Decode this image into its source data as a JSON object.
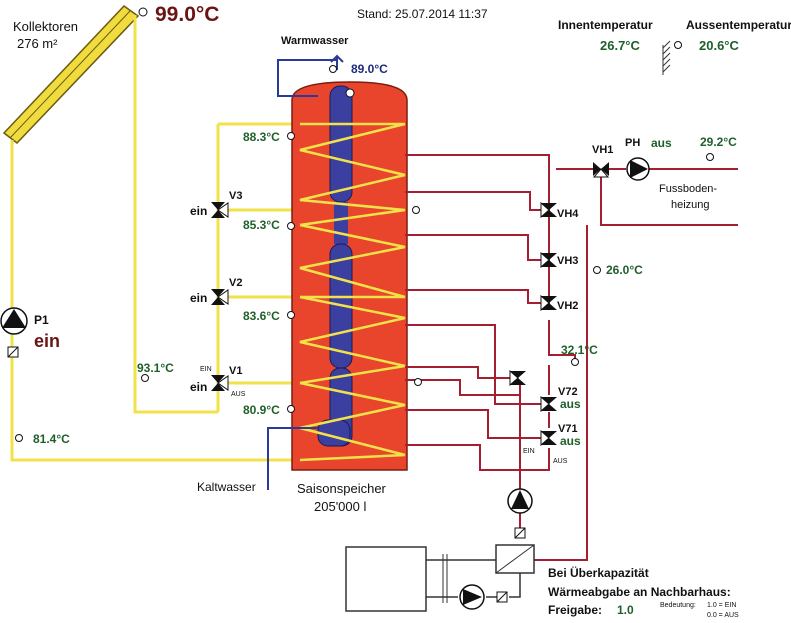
{
  "header": {
    "collectors_label": "Kollektoren",
    "collectors_area": "276 m²",
    "collector_temp": "99.0°C",
    "timestamp": "Stand: 25.07.2014 11:37",
    "indoor_label": "Innentemperatur",
    "indoor_temp": "26.7°C",
    "outdoor_label": "Aussentemperatur",
    "outdoor_temp": "20.6°C"
  },
  "storage": {
    "hot_water_label": "Warmwasser",
    "hot_water_temp": "89.0°C",
    "cold_water_label": "Kaltwasser",
    "name": "Saisonspeicher",
    "volume": "205'000  l",
    "temps": [
      "88.3°C",
      "85.3°C",
      "83.6°C",
      "80.9°C"
    ]
  },
  "pump_p1": {
    "name": "P1",
    "state": "ein"
  },
  "collector_loop": {
    "supply_temp": "93.1°C",
    "return_temp": "81.4°C"
  },
  "valves": {
    "v3": {
      "name": "V3",
      "state": "ein"
    },
    "v2": {
      "name": "V2",
      "state": "ein"
    },
    "v1": {
      "name": "V1",
      "state": "ein",
      "ein_mark": "EIN",
      "aus_mark": "AUS"
    },
    "vh1": {
      "name": "VH1"
    },
    "vh4": {
      "name": "VH4"
    },
    "vh3": {
      "name": "VH3"
    },
    "vh2": {
      "name": "VH2"
    },
    "v72": {
      "name": "V72",
      "state": "aus"
    },
    "v71": {
      "name": "V71",
      "state": "aus",
      "ein_mark": "EIN",
      "aus_mark": "AUS"
    }
  },
  "heating": {
    "pump_name": "PH",
    "pump_state": "aus",
    "floor_temp": "29.2°C",
    "floor_label_1": "Fussboden-",
    "floor_label_2": "heizung",
    "return_temp": "26.0°C",
    "mix_temp": "32.1°C"
  },
  "neighbor": {
    "line1": "Bei Überkapazität",
    "line2": "Wärmeabgabe an Nachbarhaus:",
    "release_label": "Freigabe:",
    "release_value": "1.0",
    "legend_label": "Bedeutung:",
    "legend_on": "1.0 = EIN",
    "legend_off": "0.0 = AUS"
  },
  "colors": {
    "tank": "#e8452c",
    "solar_pipe": "#f2e24a",
    "heating_pipe": "#a61e32",
    "water_pipe": "#2a3a9a",
    "core": "#3a3fa0"
  }
}
